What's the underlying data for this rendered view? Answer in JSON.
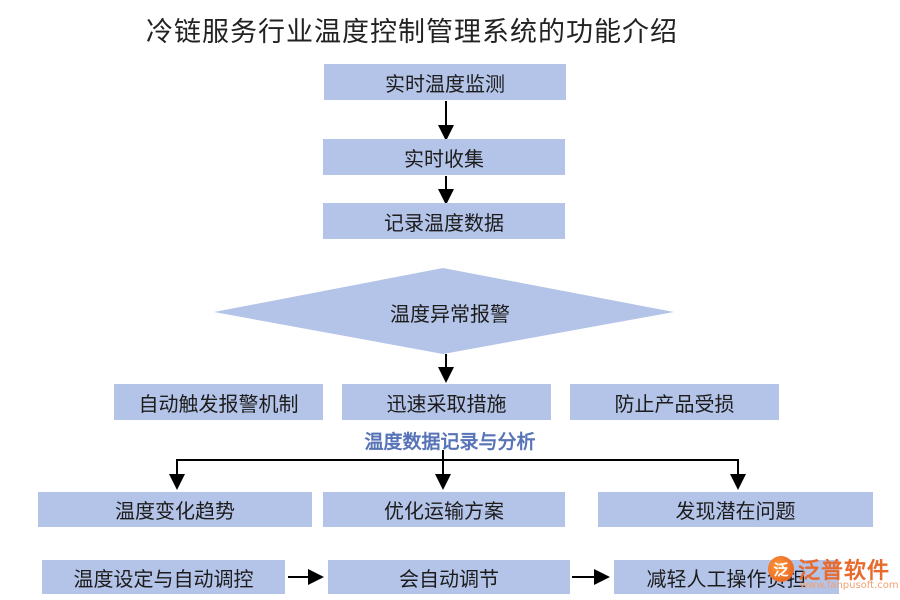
{
  "title": "冷链服务行业温度控制管理系统的功能介绍",
  "flow": {
    "step1": "实时温度监测",
    "step2": "实时收集",
    "step3": "记录温度数据",
    "decision": "温度异常报警"
  },
  "alarm_actions": [
    "自动触发报警机制",
    "迅速采取措施",
    "防止产品受损"
  ],
  "analysis": {
    "label": "温度数据记录与分析",
    "items": [
      "温度变化趋势",
      "优化运输方案",
      "发现潜在问题"
    ]
  },
  "bottom_chain": [
    "温度设定与自动调控",
    "会自动调节",
    "减轻人工操作负担"
  ],
  "logo": {
    "mark": "泛",
    "text": "泛普软件",
    "sub": "www.fanpusoft.com"
  },
  "colors": {
    "box": "#b4c4e8",
    "section_label": "#5874b8",
    "arrow": "#000000"
  }
}
